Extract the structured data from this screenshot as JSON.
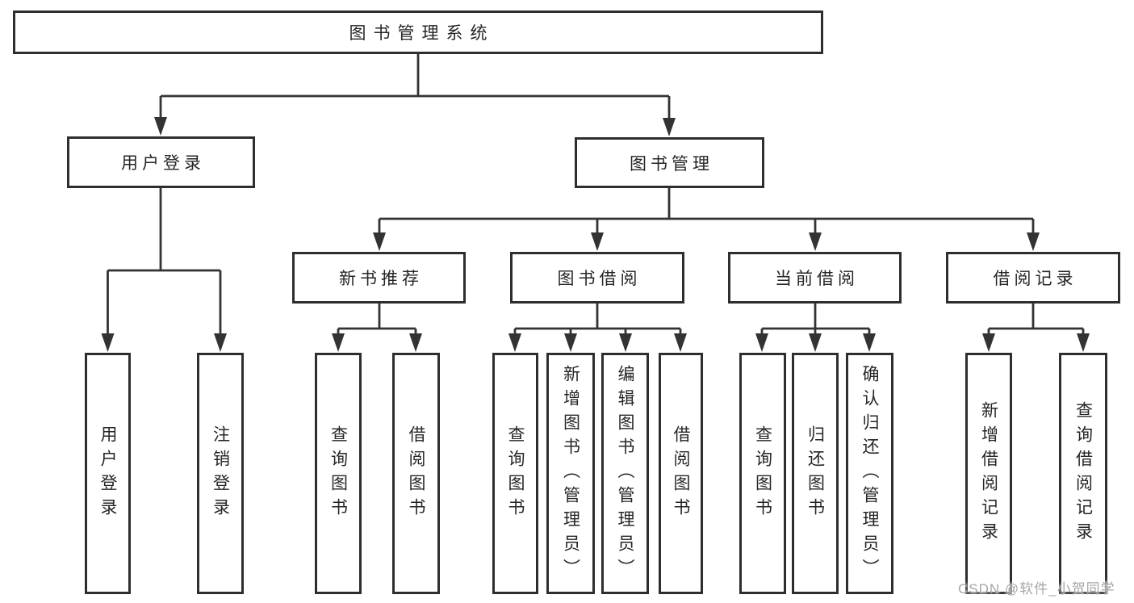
{
  "diagram": {
    "root": {
      "label": "图书管理系统"
    },
    "level2": {
      "user_login": {
        "label": "用户登录",
        "children": [
          "用户登录",
          "注销登录"
        ]
      },
      "book_mgmt": {
        "label": "图书管理"
      }
    },
    "modules": {
      "new_books": {
        "label": "新书推荐",
        "children": [
          "查询图书",
          "借阅图书"
        ]
      },
      "book_borrow": {
        "label": "图书借阅",
        "children": [
          "查询图书",
          "新增图书（管理员）",
          "编辑图书（管理员）",
          "借阅图书"
        ]
      },
      "current_borrow": {
        "label": "当前借阅",
        "children": [
          "查询图书",
          "归还图书",
          "确认归还（管理员）"
        ]
      },
      "borrow_records": {
        "label": "借阅记录",
        "children": [
          "新增借阅记录",
          "查询借阅记录"
        ]
      }
    },
    "colors": {
      "line": "#333333",
      "box_border": "#2e2e2e",
      "text": "#262626",
      "background": "#ffffff",
      "watermark": "#a6a6a6"
    }
  },
  "watermark": {
    "text": "CSDN @软件_小贺同学"
  }
}
